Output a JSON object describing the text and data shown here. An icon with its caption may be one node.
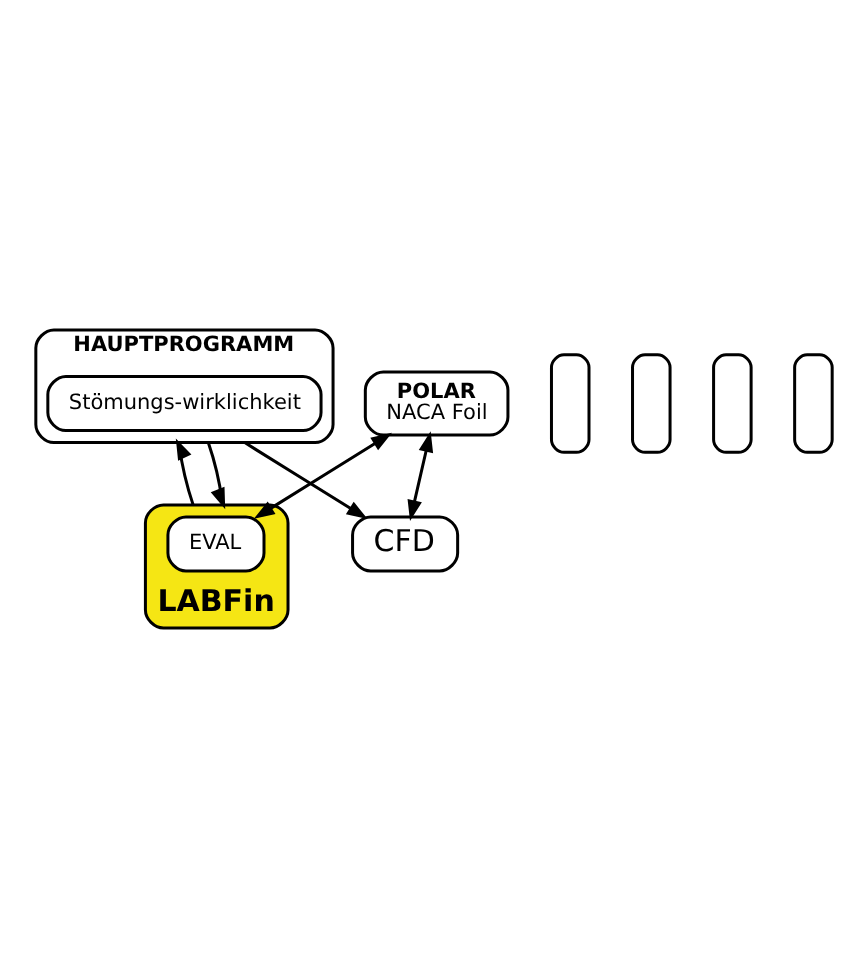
{
  "diagram": {
    "nodes": [
      {
        "text": [
          "HAUPTPROGRAMM"
        ]
      },
      {
        "text": [
          "Stömungs-wirklichkeit"
        ],
        "in": 0
      },
      {
        "text": [],
        "shape": "box"
      },
      {
        "text": [],
        "shape": "box"
      },
      {
        "text": [],
        "shape": "box"
      },
      {
        "text": [],
        "shape": "box"
      },
      {
        "text": [
          "POLAR",
          "NACA Foil"
        ]
      },
      {
        "text": [
          "LABFin"
        ]
      },
      {
        "text": [
          "EVAL"
        ],
        "in": 7
      },
      {
        "text": [
          "CFD"
        ]
      }
    ],
    "edges": [
      {
        "from": 0,
        "to": 7,
        "arrow": "to"
      },
      {
        "from": 7,
        "to": 0,
        "arrow": "to"
      },
      {
        "from": 0,
        "to": 9,
        "arrow": "to"
      },
      {
        "from": 6,
        "to": 8,
        "arrow": "both"
      },
      {
        "from": 6,
        "to": 9,
        "arrow": "both"
      }
    ]
  }
}
